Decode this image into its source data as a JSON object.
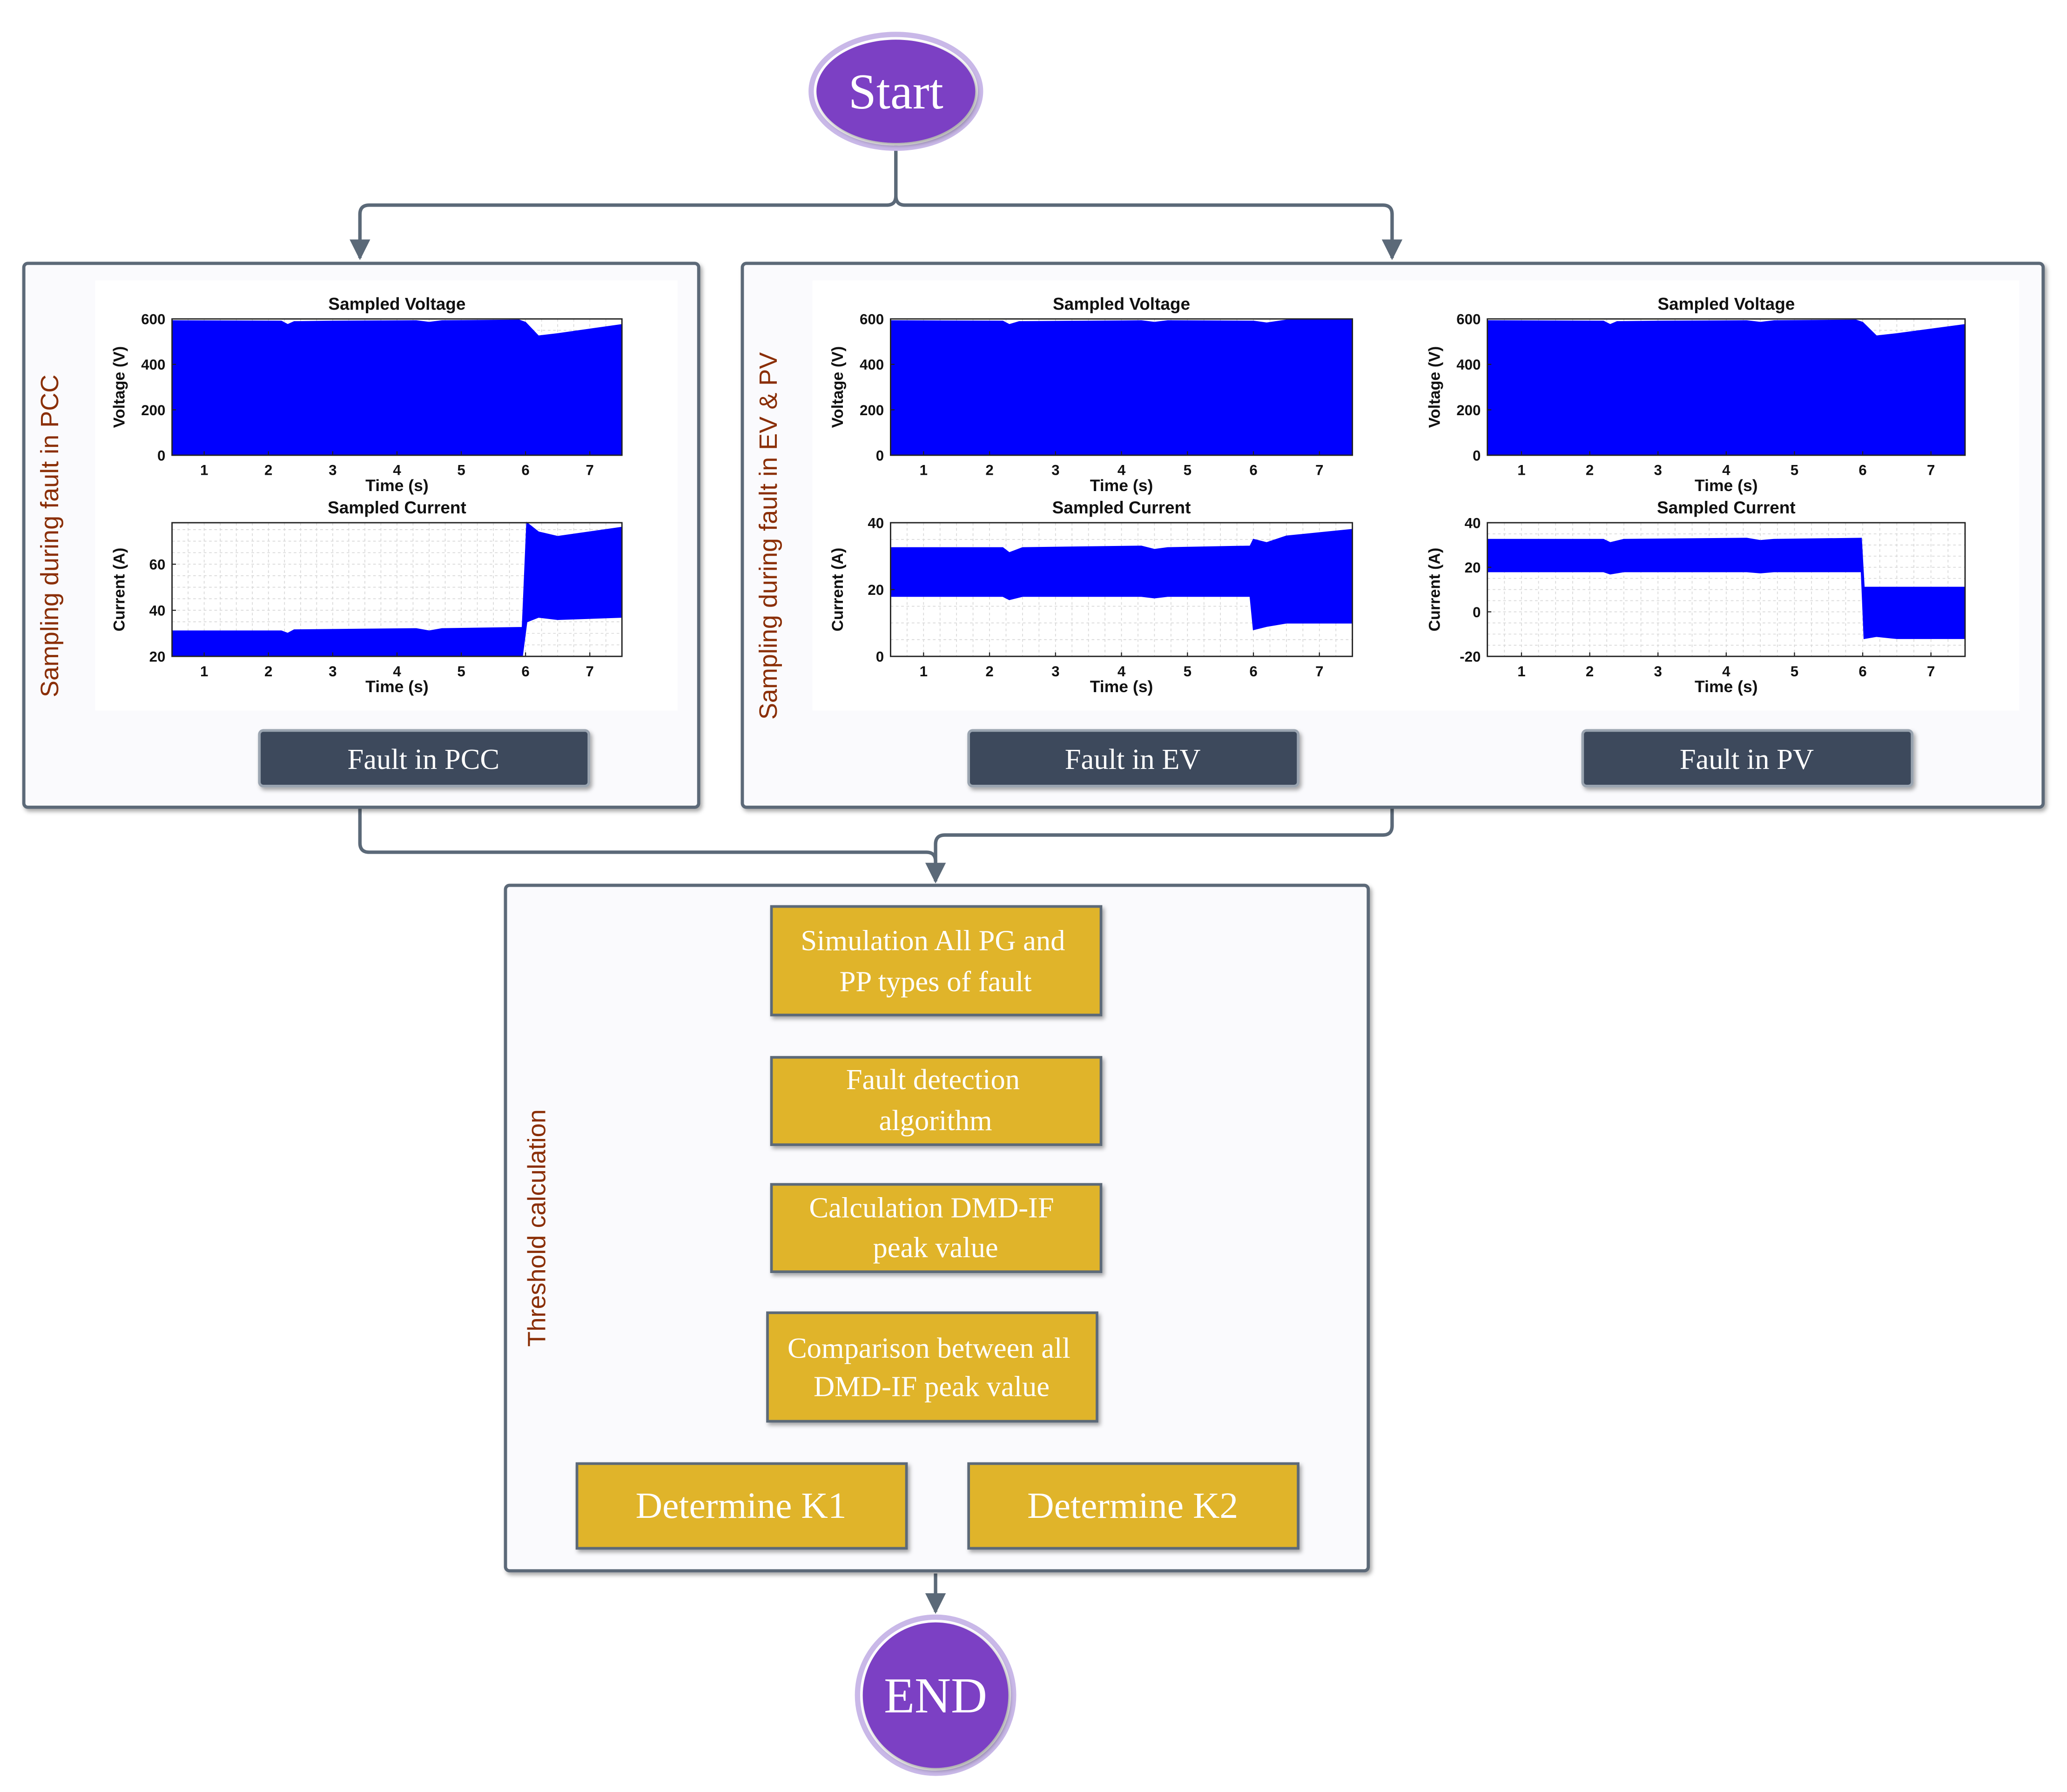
{
  "start": {
    "label": "Start"
  },
  "end": {
    "label": "END"
  },
  "panels": {
    "pcc": {
      "side_label": "Sampling during fault in PCC",
      "button": "Fault in PCC"
    },
    "ev_pv": {
      "side_label": "Sampling during fault in EV & PV",
      "buttons": [
        "Fault in EV",
        "Fault in PV"
      ]
    },
    "threshold": {
      "side_label": "Threshold calculation"
    }
  },
  "steps": [
    {
      "lines": [
        "Simulation All PG and",
        "PP types of fault"
      ]
    },
    {
      "lines": [
        "Fault detection",
        "algorithm"
      ]
    },
    {
      "lines": [
        "Calculation DMD-IF",
        "peak value"
      ]
    },
    {
      "lines": [
        "Comparison between all",
        "DMD-IF peak value"
      ]
    }
  ],
  "outcomes": [
    "Determine K1",
    "Determine K2"
  ],
  "colors": {
    "connector": "#5b6978",
    "node_fill": "#7b3fc4",
    "node_ring": "#c9b8e8",
    "step_fill": "#e0b429",
    "step_border": "#5b6978",
    "button_fill": "#3c4a5c",
    "panel_border": "#5b6978",
    "side_label": "#8a2e05",
    "signal": "#0000ff"
  },
  "chart_data": [
    {
      "type": "area",
      "id": "pcc_voltage",
      "title": "Sampled Voltage",
      "xlabel": "Time (s)",
      "ylabel": "Voltage (V)",
      "xlim": [
        0.5,
        7.5
      ],
      "ylim": [
        0,
        600
      ],
      "xticks": [
        1,
        2,
        3,
        4,
        5,
        6,
        7
      ],
      "yticks": [
        0,
        200,
        400,
        600
      ],
      "grid": true,
      "x": [
        0.5,
        2.2,
        2.3,
        2.4,
        3.0,
        4.3,
        4.5,
        4.7,
        5.9,
        6.0,
        6.2,
        6.5,
        7.5
      ],
      "upper": [
        592,
        590,
        575,
        588,
        590,
        592,
        585,
        592,
        595,
        585,
        525,
        535,
        575
      ],
      "lower": [
        2,
        2,
        2,
        2,
        2,
        2,
        2,
        2,
        2,
        2,
        2,
        2,
        2
      ]
    },
    {
      "type": "area",
      "id": "pcc_current",
      "title": "Sampled Current",
      "xlabel": "Time (s)",
      "ylabel": "Current (A)",
      "xlim": [
        0.5,
        7.5
      ],
      "ylim": [
        20,
        78
      ],
      "xticks": [
        1,
        2,
        3,
        4,
        5,
        6,
        7
      ],
      "yticks": [
        20,
        40,
        60
      ],
      "grid": true,
      "x": [
        0.5,
        2.2,
        2.3,
        2.4,
        4.3,
        4.5,
        4.7,
        5.95,
        6.02,
        6.2,
        6.5,
        7.5
      ],
      "upper": [
        31,
        31,
        30,
        31.5,
        32,
        31,
        32,
        32.5,
        78,
        74,
        72,
        76
      ],
      "lower": [
        19.5,
        19.5,
        19.5,
        19.5,
        19.5,
        19.5,
        19.5,
        19.5,
        35,
        37,
        36,
        37
      ]
    },
    {
      "type": "area",
      "id": "ev_voltage",
      "title": "Sampled Voltage",
      "xlabel": "Time (s)",
      "ylabel": "Voltage (V)",
      "xlim": [
        0.5,
        7.5
      ],
      "ylim": [
        0,
        600
      ],
      "xticks": [
        1,
        2,
        3,
        4,
        5,
        6,
        7
      ],
      "yticks": [
        0,
        200,
        400,
        600
      ],
      "grid": true,
      "x": [
        0.5,
        2.2,
        2.3,
        2.45,
        4.3,
        4.5,
        4.7,
        6.0,
        6.2,
        6.5,
        7.5
      ],
      "upper": [
        592,
        590,
        575,
        588,
        592,
        585,
        592,
        590,
        582,
        595,
        598
      ],
      "lower": [
        2,
        2,
        2,
        2,
        2,
        2,
        2,
        2,
        2,
        2,
        2
      ]
    },
    {
      "type": "area",
      "id": "ev_current",
      "title": "Sampled Current",
      "xlabel": "Time (s)",
      "ylabel": "Current (A)",
      "xlim": [
        0.5,
        7.5
      ],
      "ylim": [
        0,
        40
      ],
      "xticks": [
        1,
        2,
        3,
        4,
        5,
        6,
        7
      ],
      "yticks": [
        0,
        20,
        40
      ],
      "grid": true,
      "x": [
        0.5,
        2.2,
        2.3,
        2.5,
        4.3,
        4.5,
        4.7,
        5.95,
        6.0,
        6.2,
        6.5,
        7.5
      ],
      "upper": [
        32.5,
        32.5,
        31,
        32.5,
        33,
        32,
        32.5,
        33,
        35,
        34,
        36,
        38
      ],
      "lower": [
        18,
        18,
        17,
        18,
        18,
        17.5,
        18,
        18,
        8,
        9,
        10,
        10
      ]
    },
    {
      "type": "area",
      "id": "pv_voltage",
      "title": "Sampled Voltage",
      "xlabel": "Time (s)",
      "ylabel": "Voltage (V)",
      "xlim": [
        0.5,
        7.5
      ],
      "ylim": [
        0,
        600
      ],
      "xticks": [
        1,
        2,
        3,
        4,
        5,
        6,
        7
      ],
      "yticks": [
        0,
        200,
        400,
        600
      ],
      "grid": true,
      "x": [
        0.5,
        2.2,
        2.3,
        2.4,
        3.0,
        4.3,
        4.5,
        4.7,
        5.9,
        6.0,
        6.2,
        6.5,
        7.5
      ],
      "upper": [
        592,
        590,
        575,
        588,
        590,
        592,
        585,
        592,
        595,
        585,
        525,
        535,
        575
      ],
      "lower": [
        2,
        2,
        2,
        2,
        2,
        2,
        2,
        2,
        2,
        2,
        2,
        2,
        2
      ]
    },
    {
      "type": "area",
      "id": "pv_current",
      "title": "Sampled Current",
      "xlabel": "Time (s)",
      "ylabel": "Current (A)",
      "xlim": [
        0.5,
        7.5
      ],
      "ylim": [
        -20,
        40
      ],
      "xticks": [
        1,
        2,
        3,
        4,
        5,
        6,
        7
      ],
      "yticks": [
        -20,
        0,
        20,
        40
      ],
      "grid": true,
      "x": [
        0.5,
        2.2,
        2.3,
        2.5,
        4.3,
        4.5,
        4.7,
        5.98,
        6.02,
        6.2,
        6.5,
        7.5
      ],
      "upper": [
        32.5,
        32.5,
        31,
        32.5,
        33,
        32,
        32.5,
        33,
        11,
        11,
        11,
        11
      ],
      "lower": [
        18,
        18,
        17,
        18,
        18,
        17.5,
        18,
        18,
        -12,
        -11,
        -12,
        -12
      ]
    }
  ]
}
